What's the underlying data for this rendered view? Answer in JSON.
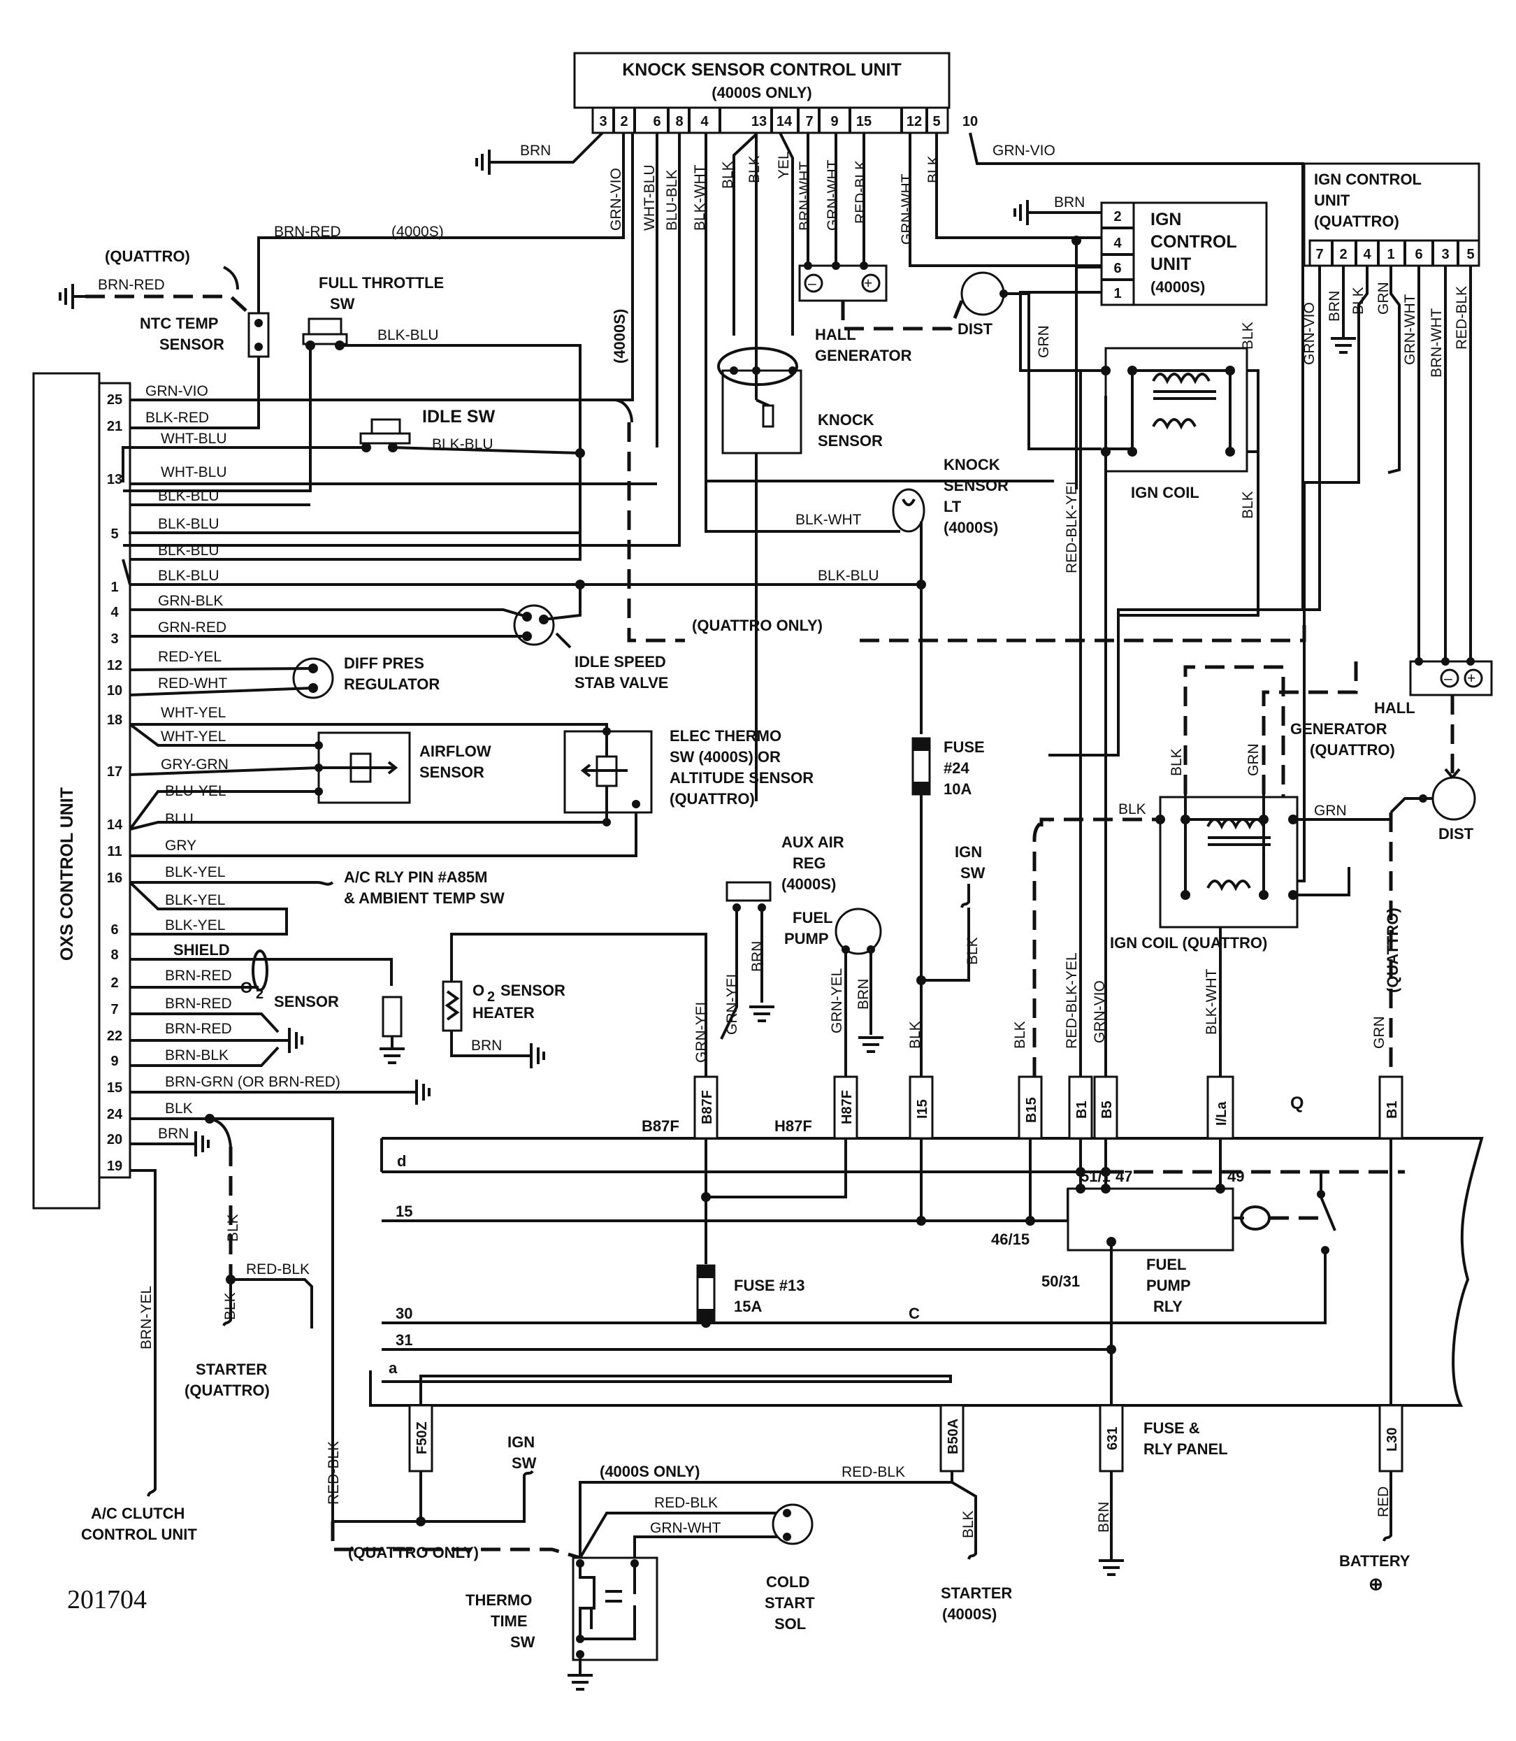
{
  "figure_id": "201704",
  "components": {
    "knock_ctrl": {
      "title": "KNOCK SENSOR CONTROL UNIT",
      "note": "(4000S ONLY)",
      "pins": [
        "3",
        "2",
        "6",
        "8",
        "4",
        "13",
        "14",
        "7",
        "9",
        "15",
        "12",
        "5",
        "10"
      ]
    },
    "ign_ctrl_4000s": {
      "l1": "IGN",
      "l2": "CONTROL",
      "l3": "UNIT",
      "l4": "(4000S)",
      "pins": [
        "2",
        "4",
        "6",
        "1"
      ]
    },
    "ign_ctrl_quattro": {
      "l1": "IGN CONTROL",
      "l2": "UNIT",
      "l3": "(QUATTRO)",
      "pins": [
        "7",
        "2",
        "4",
        "1",
        "6",
        "3",
        "5"
      ]
    },
    "oxs": {
      "title": "OXS CONTROL UNIT",
      "pins": [
        "25",
        "21",
        "13",
        "5",
        "1",
        "4",
        "3",
        "12",
        "10",
        "18",
        "17",
        "14",
        "11",
        "16",
        "6",
        "8",
        "2",
        "7",
        "22",
        "9",
        "15",
        "24",
        "20",
        "19"
      ]
    },
    "labels": {
      "quattro": "(QUATTRO)",
      "ntc1": "NTC TEMP",
      "ntc2": "SENSOR",
      "fts1": "FULL THROTTLE",
      "fts2": "SW",
      "idle": "IDLE SW",
      "hall1": "HALL",
      "hall2": "GENERATOR",
      "dist": "DIST",
      "knock1": "KNOCK",
      "knock2": "SENSOR",
      "ignc": "IGN COIL",
      "kslt1": "KNOCK",
      "kslt2": "SENSOR",
      "kslt3": "LT",
      "kslt4": "(4000S)",
      "qonly": "(QUATTRO ONLY)",
      "isv1": "IDLE SPEED",
      "isv2": "STAB VALVE",
      "dpr1": "DIFF PRES",
      "dpr2": "REGULATOR",
      "afs1": "AIRFLOW",
      "afs2": "SENSOR",
      "ets1": "ELEC THERMO",
      "ets2": "SW (4000S) OR",
      "ets3": "ALTITUDE SENSOR",
      "ets4": "(QUATTRO)",
      "f24a": "FUSE",
      "f24b": "#24",
      "f24c": "10A",
      "ignsw1": "IGN",
      "ignsw2": "SW",
      "hallq1": "HALL",
      "hallq2": "GENERATOR",
      "hallq3": "(QUATTRO)",
      "ac1": "A/C RLY PIN #A85M",
      "ac2": "& AMBIENT TEMP SW",
      "aux1": "AUX AIR",
      "aux2": "REG",
      "aux3": "(4000S)",
      "fp1": "FUEL",
      "fp2": "PUMP",
      "igncq": "IGN COIL (QUATTRO)",
      "o2a": "O",
      "o2b": "SENSOR",
      "o2h1": "O",
      "o2h2": "SENSOR",
      "o2h3": "HEATER",
      "quattro_v": "(QUATTRO)",
      "f13a": "FUSE #13",
      "f13b": "15A",
      "fpr1": "FUEL",
      "fpr2": "PUMP",
      "fpr3": "RLY",
      "starter_q1": "STARTER",
      "starter_q2": "(QUATTRO)",
      "ac_clutch1": "A/C CLUTCH",
      "ac_clutch2": "CONTROL UNIT",
      "ign_sw_b1": "IGN",
      "ign_sw_b2": "SW",
      "only4000s": "(4000S ONLY)",
      "qonly2": "(QUATTRO ONLY)",
      "cold1": "COLD",
      "cold2": "START",
      "cold3": "SOL",
      "tts1": "THERMO",
      "tts2": "TIME",
      "tts3": "SW",
      "starter1": "STARTER",
      "starter2": "(4000S)",
      "frp1": "FUSE &",
      "frp2": "RLY PANEL",
      "battery": "BATTERY",
      "plus": "⊕",
      "b87f": "B87F",
      "h87f": "H87F",
      "n51": "51/1",
      "n47": "47",
      "n49": "49",
      "n4615": "46/15",
      "n5031": "50/31",
      "bus_d": "d",
      "bus_15": "15",
      "bus_30": "30",
      "bus_31": "31",
      "bus_a": "a",
      "bus_c": "C",
      "q_mark": "Q"
    },
    "connectors": [
      "B87F",
      "H87F",
      "I15",
      "B15",
      "B1",
      "B5",
      "I/La",
      "B1",
      "F50Z",
      "B50A",
      "631",
      "L30"
    ]
  },
  "wires": {
    "brn": "BRN",
    "brn_red": "BRN-RED",
    "s4000": "(4000S)",
    "grn_vio": "GRN-VIO",
    "wht_blu": "WHT-BLU",
    "blu_blk": "BLU-BLK",
    "blk_wht": "BLK-WHT",
    "blk": "BLK",
    "yel": "YEL",
    "brn_wht": "BRN-WHT",
    "grn_wht": "GRN-WHT",
    "red_blk": "RED-BLK",
    "blk_blu": "BLK-BLU",
    "grn": "GRN",
    "blk_red": "BLK-RED",
    "grn_blk": "GRN-BLK",
    "grn_red": "GRN-RED",
    "red_yel": "RED-YEL",
    "red_wht": "RED-WHT",
    "wht_yel": "WHT-YEL",
    "gry_grn": "GRY-GRN",
    "blu_yel": "BLU-YEL",
    "blu": "BLU",
    "gry": "GRY",
    "blk_yel": "BLK-YEL",
    "shield": "SHIELD",
    "brn_blk": "BRN-BLK",
    "brn_grn": "BRN-GRN (OR BRN-RED)",
    "brn_yel": "BRN-YEL",
    "red_blk_yel": "RED-BLK-YEL",
    "grn_yel": "GRN-YEL",
    "red": "RED"
  }
}
